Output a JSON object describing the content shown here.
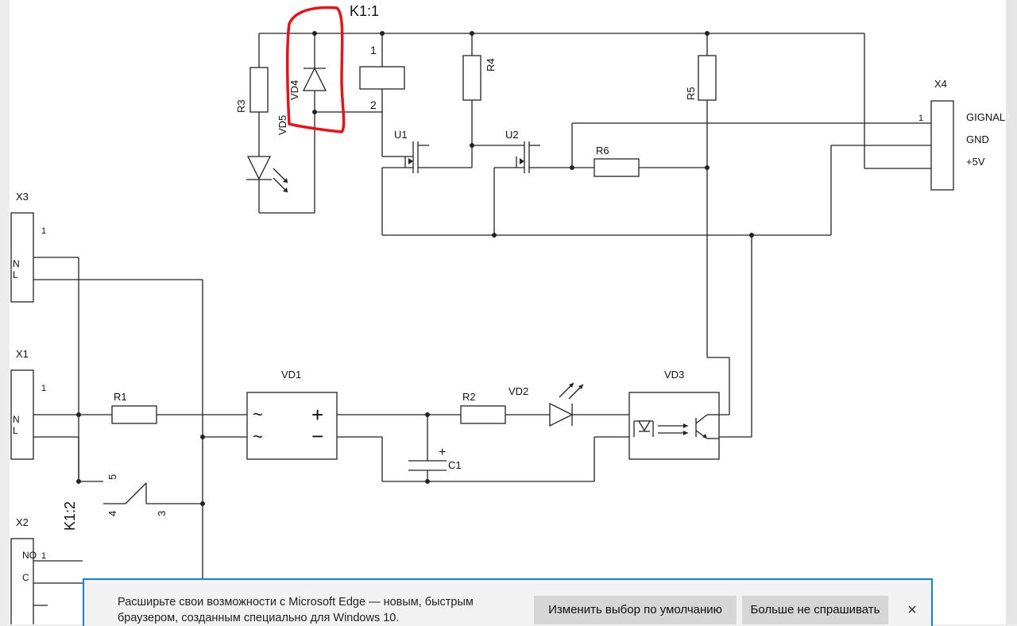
{
  "schematic": {
    "labels": {
      "k1_1": "K1:1",
      "k1_2": "K1:2",
      "x1": "X1",
      "x2": "X2",
      "x3": "X3",
      "x4": "X4",
      "r1": "R1",
      "r2": "R2",
      "r3": "R3",
      "r4": "R4",
      "r5": "R5",
      "r6": "R6",
      "vd1": "VD1",
      "vd2": "VD2",
      "vd3": "VD3",
      "vd4": "VD4",
      "vd5": "VD5",
      "u1": "U1",
      "u2": "U2",
      "c1": "C1",
      "coil_pin1": "1",
      "coil_pin2": "2",
      "x3_pin1": "1",
      "x3_n": "N",
      "x3_l": "L",
      "x1_pin1": "1",
      "x1_n": "N",
      "x1_l": "L",
      "x2_no": "NO",
      "x2_pin1": "1",
      "x2_c": "C",
      "x4_pin1": "1",
      "x4_signal": "GIGNAL",
      "x4_gnd": "GND",
      "x4_5v": "+5V",
      "sw_pin5": "5",
      "sw_pin4": "4",
      "sw_pin3": "3",
      "c1_plus": "+",
      "vd1_plus": "+",
      "vd1_minus": "−",
      "vd1_ac1": "~",
      "vd1_ac2": "~"
    },
    "highlight_color": "#e0161b"
  },
  "banner": {
    "text": "Расширьте свои возможности с Microsoft Edge — новым, быстрым браузером, созданным специально для Windows 10.",
    "change_default_label": "Изменить выбор по умолчанию",
    "dont_ask_label": "Больше не спрашивать",
    "close_icon": "×",
    "border_color": "#1a80d5"
  }
}
